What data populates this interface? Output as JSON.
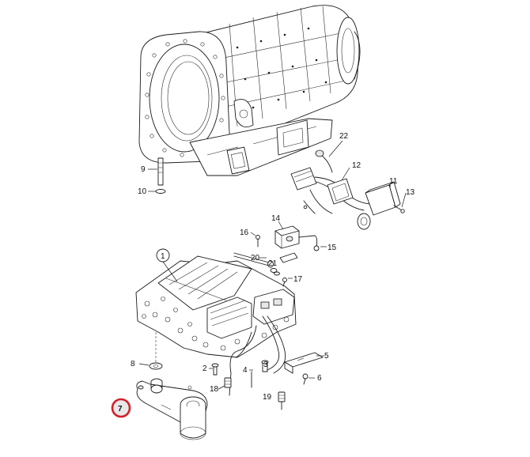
{
  "callouts": [
    {
      "id": "c1",
      "text": "1"
    },
    {
      "id": "c2",
      "text": "2"
    },
    {
      "id": "c3",
      "text": "3"
    },
    {
      "id": "c4",
      "text": "4"
    },
    {
      "id": "c5",
      "text": "5"
    },
    {
      "id": "c6",
      "text": "6"
    },
    {
      "id": "c7",
      "text": "7"
    },
    {
      "id": "c8",
      "text": "8"
    },
    {
      "id": "c9",
      "text": "9"
    },
    {
      "id": "c10",
      "text": "10"
    },
    {
      "id": "c11",
      "text": "11"
    },
    {
      "id": "c12",
      "text": "12"
    },
    {
      "id": "c13",
      "text": "13"
    },
    {
      "id": "c14",
      "text": "14"
    },
    {
      "id": "c15",
      "text": "15"
    },
    {
      "id": "c16",
      "text": "16"
    },
    {
      "id": "c17",
      "text": "17"
    },
    {
      "id": "c18",
      "text": "18"
    },
    {
      "id": "c19",
      "text": "19"
    },
    {
      "id": "c20",
      "text": "20"
    },
    {
      "id": "c21",
      "text": "21"
    },
    {
      "id": "c22",
      "text": "22"
    }
  ],
  "highlight_color": "#d0202a"
}
